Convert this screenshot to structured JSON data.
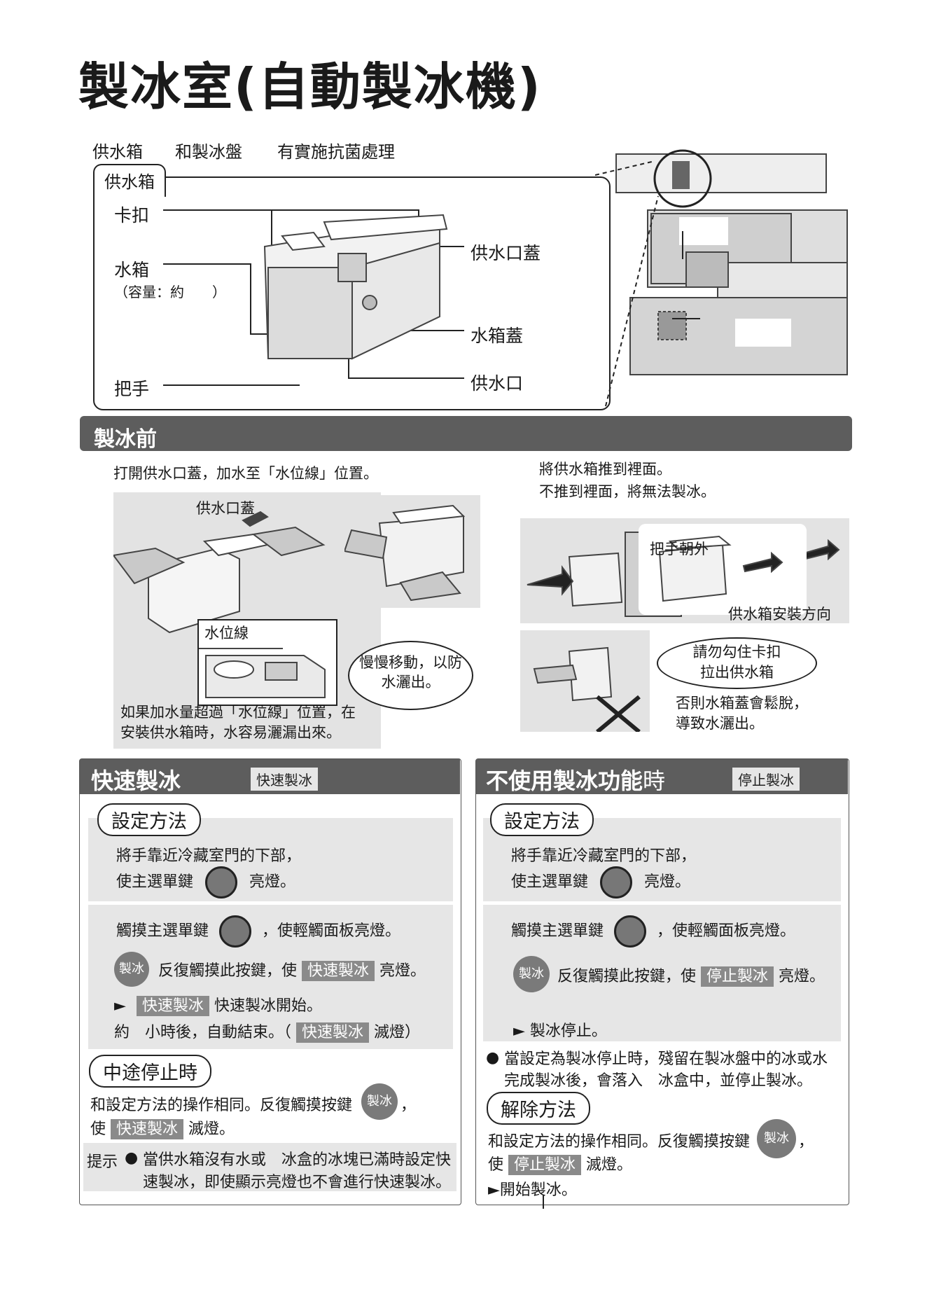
{
  "header": {
    "title": "製冰室(自動製冰機)",
    "subtitle_parts": [
      "供水箱",
      "和製冰盤",
      "有實施抗菌處理"
    ]
  },
  "diagram": {
    "tab_label": "供水箱",
    "labels": {
      "clip": "卡扣",
      "tank": "水箱",
      "capacity": "（容量：約　　）",
      "handle": "把手",
      "inlet_cover": "供水口蓋",
      "tank_lid": "水箱蓋",
      "inlet": "供水口"
    }
  },
  "before": {
    "section_title": "製冰前",
    "step1": "打開供水口蓋，加水至「水位線」位置。",
    "inlet_cover_label": "供水口蓋",
    "water_line_label": "水位線",
    "slow_bubble": [
      "慢慢移動，以防",
      "水灑出。"
    ],
    "overfill_note": [
      "如果加水量超過「水位線」位置，在",
      "安裝供水箱時，水容易灑漏出來。"
    ],
    "step2": [
      "將供水箱推到裡面。",
      "不推到裡面，將無法製冰。"
    ],
    "handle_out": "把手朝外",
    "install_direction": "供水箱安裝方向",
    "warning_bubble": [
      "請勿勾住卡扣",
      "拉出供水箱"
    ],
    "warning_note": [
      "否則水箱蓋會鬆脫，",
      "導致水灑出。"
    ]
  },
  "quick_ice": {
    "title": "快速製冰",
    "chip": "快速製冰",
    "setup_heading": "設定方法",
    "line1": "將手靠近冷藏室門的下部，",
    "line2a": "使主選單鍵",
    "line2b": "亮燈。",
    "line3a": "觸摸主選單鍵",
    "line3b": "，使輕觸面板亮燈。",
    "ice_btn": "製冰",
    "line4a": "反復觸摸此按鍵，使",
    "line4_chip": "快速製冰",
    "line4b": "亮燈。",
    "line5_arrow": "►",
    "line5_chip": "快速製冰",
    "line5b": "快速製冰開始。",
    "line6a": "約　小時後，自動結束。（",
    "line6_chip": "快速製冰",
    "line6b": "滅燈）",
    "stop_heading": "中途停止時",
    "stop_line1": "和設定方法的操作相同。反復觸摸按鍵",
    "stop_line1_end": "，",
    "stop_line2a": "使",
    "stop_line2_chip": "快速製冰",
    "stop_line2b": "滅燈。",
    "hint_label": "提示",
    "hint_bullet": "●",
    "hint_text": [
      "當供水箱沒有水或　冰盒的冰塊已滿時設定快",
      "速製冰，即使顯示亮燈也不會進行快速製冰。"
    ]
  },
  "stop_ice": {
    "title_bold": "不使用製冰功能",
    "title_tail": "時",
    "chip": "停止製冰",
    "setup_heading": "設定方法",
    "line1": "將手靠近冷藏室門的下部，",
    "line2a": "使主選單鍵",
    "line2b": "亮燈。",
    "line3a": "觸摸主選單鍵",
    "line3b": "，使輕觸面板亮燈。",
    "ice_btn": "製冰",
    "line4a": "反復觸摸此按鍵，使",
    "line4_chip": "停止製冰",
    "line4b": "亮燈。",
    "line5": "► 製冰停止。",
    "note_bullet": "●",
    "note": [
      "當設定為製冰停止時，殘留在製冰盤中的冰或水",
      "完成製冰後，會落入　冰盒中，並停止製冰。"
    ],
    "release_heading": "解除方法",
    "rel_line1": "和設定方法的操作相同。反復觸摸按鍵",
    "rel_line1_end": "，",
    "rel_line2a": "使",
    "rel_line2_chip": "停止製冰",
    "rel_line2b": "滅燈。",
    "rel_line3": "►開始製冰。"
  }
}
